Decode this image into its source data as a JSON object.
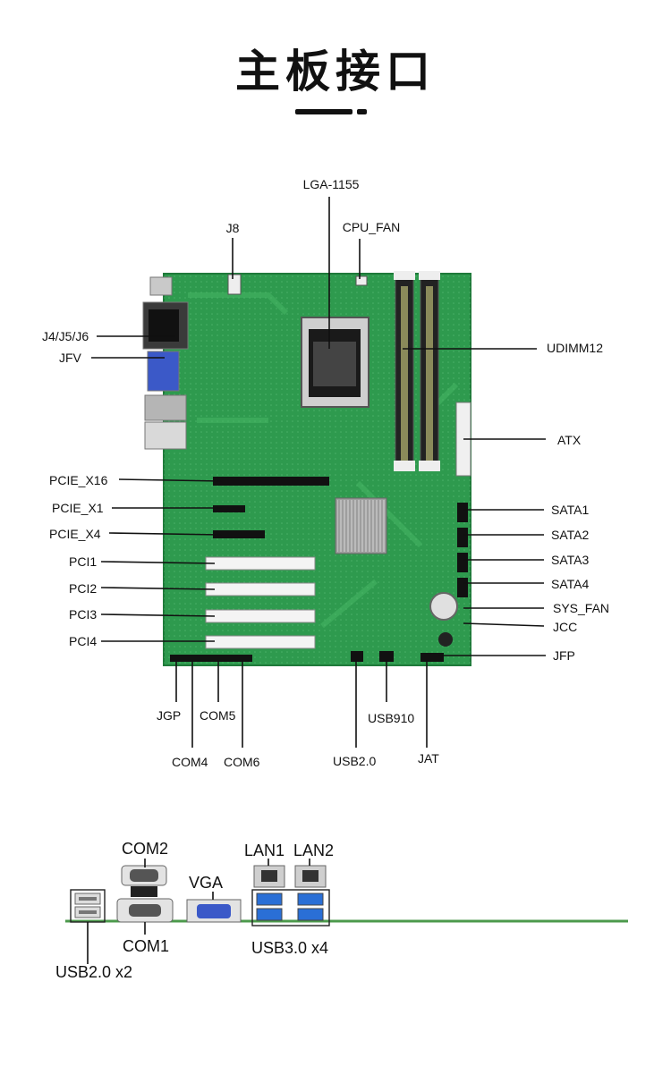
{
  "title": "主板接口",
  "board_labels": {
    "lga": "LGA-1155",
    "j8": "J8",
    "cpu_fan": "CPU_FAN",
    "j456": "J4/J5/J6",
    "jfv": "JFV",
    "udimm": "UDIMM12",
    "atx": "ATX",
    "pcie_x16": "PCIE_X16",
    "pcie_x1": "PCIE_X1",
    "pcie_x4": "PCIE_X4",
    "pci1": "PCI1",
    "pci2": "PCI2",
    "pci3": "PCI3",
    "pci4": "PCI4",
    "sata1": "SATA1",
    "sata2": "SATA2",
    "sata3": "SATA3",
    "sata4": "SATA4",
    "sys_fan": "SYS_FAN",
    "jcc": "JCC",
    "jfp": "JFP",
    "jgp": "JGP",
    "com5": "COM5",
    "com4": "COM4",
    "com6": "COM6",
    "usb910": "USB910",
    "usb20": "USB2.0",
    "jat": "JAT"
  },
  "io_labels": {
    "com2": "COM2",
    "com1": "COM1",
    "vga": "VGA",
    "lan1": "LAN1",
    "lan2": "LAN2",
    "usb30": "USB3.0 x4",
    "usb20x2": "USB2.0 x2"
  },
  "colors": {
    "pcb": "#2e9a4e",
    "pcb_dark": "#1f7a3a",
    "usb3_blue": "#2a6fd6",
    "vga_blue": "#3b59c8"
  }
}
